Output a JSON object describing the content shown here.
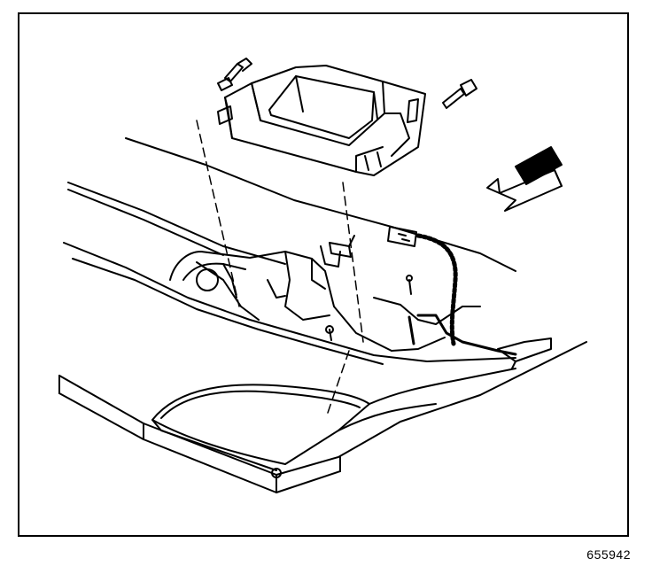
{
  "figure": {
    "id_label": "655942",
    "colors": {
      "line": "#000000",
      "background": "#ffffff"
    },
    "parts": [
      "fastener-bolt-left",
      "fastener-bolt-right",
      "storage-compartment",
      "direction-arrow",
      "electrical-connector",
      "wiring-harness",
      "console-bracket",
      "floor-panel"
    ]
  }
}
